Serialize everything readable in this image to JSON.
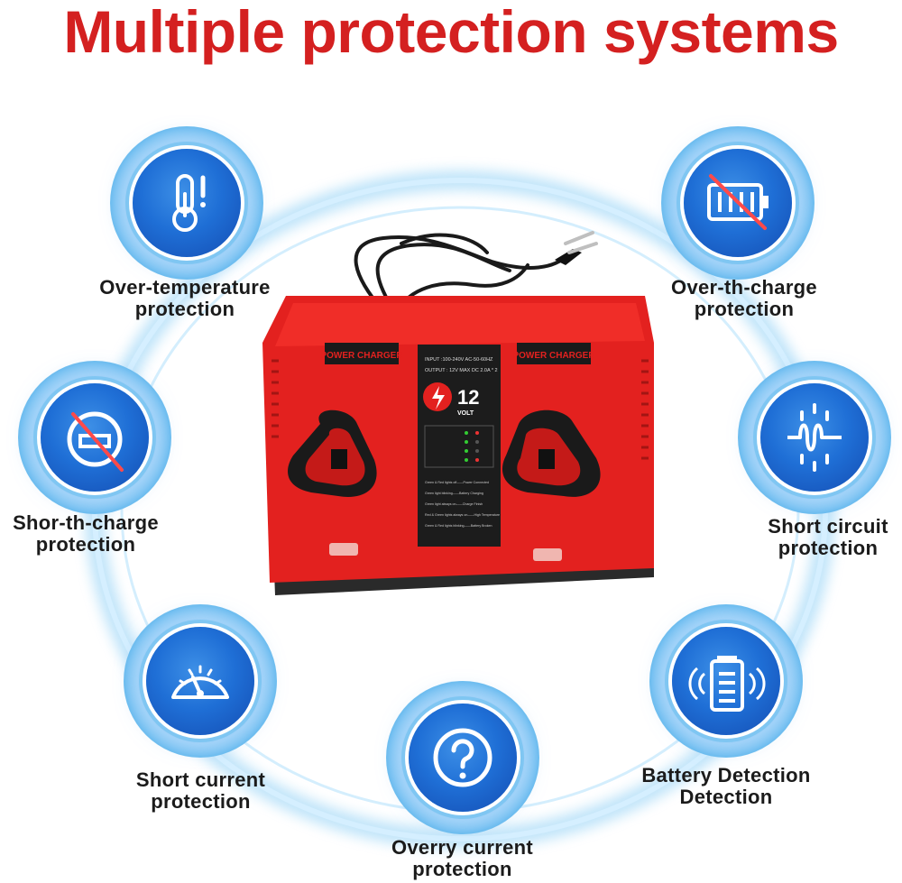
{
  "title": "Multiple protection systems",
  "features": [
    {
      "icon": "thermometer-icon",
      "line1": "Over-temperature",
      "line2": "protection"
    },
    {
      "icon": "battery-overcharge-icon",
      "line1": "Over-th-charge",
      "line2": "protection"
    },
    {
      "icon": "short-charge-icon",
      "line1": "Shor-th-charge",
      "line2": "protection"
    },
    {
      "icon": "short-circuit-icon",
      "line1": "Short circuit",
      "line2": "protection"
    },
    {
      "icon": "gauge-icon",
      "line1": "Short current",
      "line2": "protection"
    },
    {
      "icon": "question-mark-icon",
      "line1": "Overry current",
      "line2": "protection"
    },
    {
      "icon": "battery-detection-icon",
      "line1": "Battery Detection",
      "line2": "Detection"
    }
  ],
  "charger": {
    "brand_left": "POWER CHARGER",
    "brand_right": "POWER CHARGER",
    "input": "INPUT :100-240V  AC-50-60HZ",
    "output": "OUTPUT : 12V MAX DC    2.0A * 2",
    "voltage": "12",
    "voltage_unit": "VOLT",
    "legend": [
      "Green & Red lights off——Power Connected",
      "Green light blinking——Battery Charging",
      "Green light always on——Charge Finish",
      "Red & Green lights always on——High Temperature",
      "Green & Red lights blinking——Battery Broken"
    ]
  },
  "colors": {
    "title": "#d42020",
    "charger_red": "#e3211f",
    "icon_blue": "#1f6fd6"
  }
}
